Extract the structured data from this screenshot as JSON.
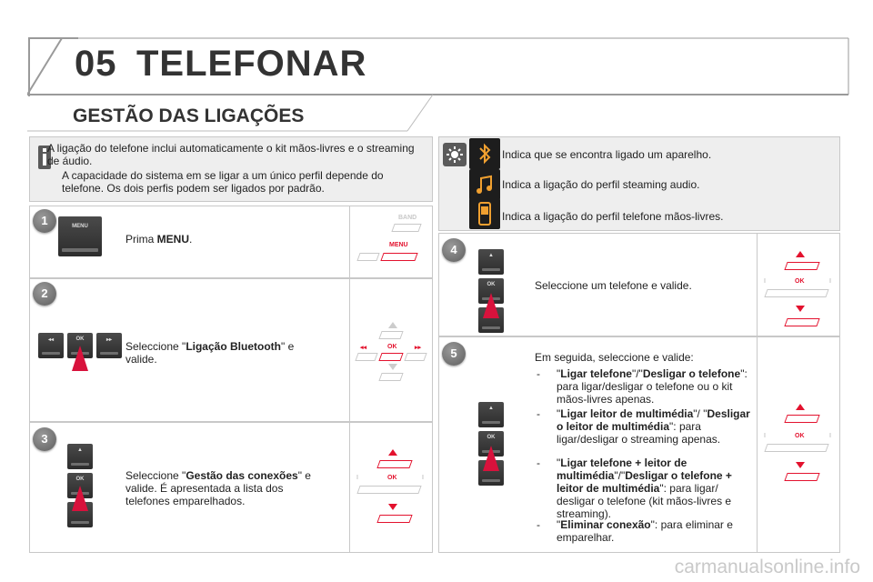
{
  "header": {
    "chapter_number": "05",
    "chapter_title": "TELEFONAR"
  },
  "section_title": "GESTÃO DAS LIGAÇÕES",
  "intro": {
    "paragraph1": "A ligação do telefone inclui automaticamente o kit mãos-livres e o streaming de áudio.",
    "paragraph2": "A capacidade do sistema em se ligar a um único perfil depende do telefone. Os dois perfis podem ser ligados por padrão."
  },
  "steps": [
    {
      "number": "1",
      "text_pre": "Prima ",
      "text_bold": "MENU",
      "text_post": "."
    },
    {
      "number": "2",
      "text_pre": "Seleccione \"",
      "text_bold": "Ligação Bluetooth",
      "text_post": "\" e valide."
    },
    {
      "number": "3",
      "text_pre": "Seleccione \"",
      "text_bold": "Gestão das conexões",
      "text_post": "\" e valide. É apresentada a lista dos telefones emparelhados."
    },
    {
      "number": "4",
      "text": "Seleccione um telefone e valide."
    },
    {
      "number": "5",
      "intro": "Em seguida, seleccione e valide:"
    }
  ],
  "icons_info": [
    {
      "icon": "bluetooth-icon",
      "text": "Indica que se encontra ligado um aparelho."
    },
    {
      "icon": "music-note-icon",
      "text": "Indica a ligação do perfil steaming audio."
    },
    {
      "icon": "mobile-phone-icon",
      "text": "Indica a ligação do perfil telefone mãos-livres."
    }
  ],
  "options": [
    {
      "dash": "-",
      "b1": "Ligar telefone",
      "sep": "\"/\"",
      "b2": "Desligar o telefone",
      "rest": "\": para ligar/desligar o telefone ou o kit mãos-livres apenas."
    },
    {
      "dash": "-",
      "b1": "Ligar leitor de multimédia",
      "sep": "\"/ \"",
      "b2": "Desligar o leitor de multimédia",
      "rest": "\": para ligar/desligar o streaming apenas."
    },
    {
      "dash": "-",
      "b1": "Ligar telefone + leitor de multimédia",
      "sep": "\"/\"",
      "b2": "Desligar o telefone + leitor de multimédia",
      "rest": "\": para ligar/ desligar o telefone (kit mãos-livres e streaming)."
    },
    {
      "dash": "-",
      "b1": "Eliminar conexão",
      "sep": "",
      "b2": "",
      "rest": "\": para eliminar e emparelhar."
    }
  ],
  "device_labels": {
    "menu": "MENU",
    "band": "BAND",
    "ok": "OK"
  },
  "colors": {
    "accent_red": "#e3122e",
    "arrow_red": "#d8123c",
    "info_bg": "#eeeeee",
    "border": "#c8c8c8"
  },
  "watermark": "carmanualsonline.info"
}
